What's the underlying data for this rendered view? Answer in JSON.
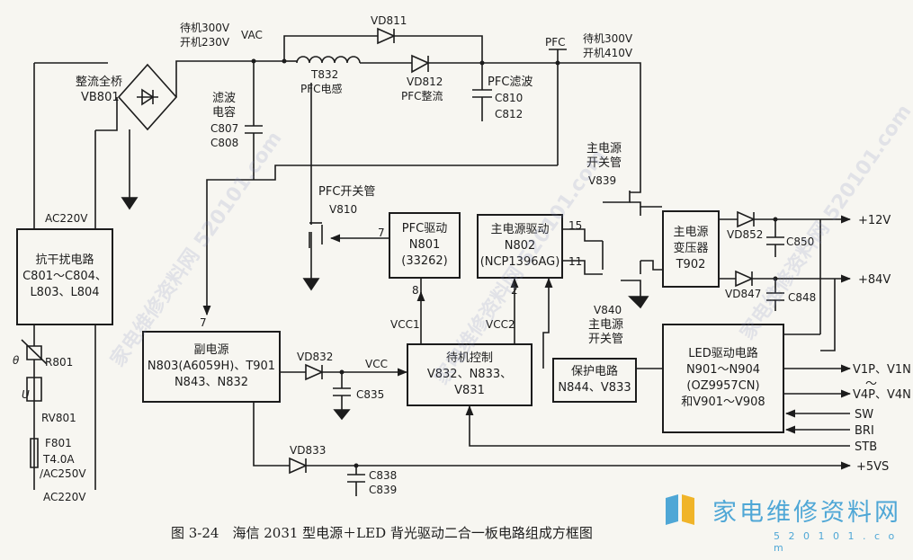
{
  "blocks": {
    "anti_interference": {
      "title": "抗干扰电路",
      "line2": "C801～C804、",
      "line3": "L803、L804"
    },
    "pfc_driver": {
      "title": "PFC驱动",
      "line2": "N801",
      "line3": "(33262)"
    },
    "main_driver": {
      "title": "主电源驱动",
      "line2": "N802",
      "line3": "(NCP1396AG)"
    },
    "main_transformer": {
      "title": "主电源",
      "line2": "变压器",
      "line3": "T902"
    },
    "aux_power": {
      "title": "副电源",
      "line2": "N803(A6059H)、T901",
      "line3": "N843、N832"
    },
    "standby_control": {
      "title": "待机控制",
      "line2": "V832、N833、",
      "line3": "V831"
    },
    "protection": {
      "title": "保护电路",
      "line2": "N844、V833"
    },
    "led_driver": {
      "title": "LED驱动电路",
      "line2": "N901～N904",
      "line3": "(OZ9957CN)",
      "line4": "和V901～V908"
    }
  },
  "labels": {
    "rectifier_title": "整流全桥",
    "rectifier_ref": "VB801",
    "standby_vac_1": "待机300V",
    "standby_vac_2": "开机230V",
    "vac": "VAC",
    "filter_cap_1": "滤波",
    "filter_cap_2": "电容",
    "filter_cap_3": "C807",
    "filter_cap_4": "C808",
    "vd811": "VD811",
    "t832": "T832",
    "pfc_inductor": "PFC电感",
    "vd812": "VD812",
    "pfc_rectifier": "PFC整流",
    "pfc_filter": "PFC滤波",
    "c810": "C810",
    "c812": "C812",
    "pfc": "PFC",
    "standby_pfc_1": "待机300V",
    "standby_pfc_2": "开机410V",
    "main_switch_top_1": "主电源",
    "main_switch_top_2": "开关管",
    "v839": "V839",
    "pfc_switch": "PFC开关管",
    "v810": "V810",
    "ac220v_top": "AC220V",
    "pin7_pfc": "7",
    "pin8": "8",
    "pin15": "15",
    "pin11": "11",
    "pin2": "2",
    "pin7_aux": "7",
    "vd852": "VD852",
    "c850": "C850",
    "vd847": "VD847",
    "c848": "C848",
    "out_12v": "+12V",
    "out_84v": "+84V",
    "v840": "V840",
    "main_switch_bottom_1": "主电源",
    "main_switch_bottom_2": "开关管",
    "vcc1": "VCC1",
    "vcc2": "VCC2",
    "vd832": "VD832",
    "vcc": "VCC",
    "c835": "C835",
    "r801": "R801",
    "theta": "θ",
    "u": "U",
    "rv801": "RV801",
    "f801": "F801",
    "f801_rating_1": "T4.0A",
    "f801_rating_2": "/AC250V",
    "ac220v_bottom": "AC220V",
    "vd833": "VD833",
    "c838": "C838",
    "c839": "C839",
    "out_5vs": "+5VS",
    "v1p_v1n": "V1P、V1N",
    "tilde": "～",
    "v4p_v4n": "V4P、V4N",
    "sw": "SW",
    "bri": "BRI",
    "stb": "STB"
  },
  "caption": "图 3-24　海信 2031 型电源＋LED 背光驱动二合一板电路组成方框图",
  "watermark": {
    "site_name": "家电维修资料网",
    "url": "5 2 0 1 0 1 . c o m",
    "text": "家电维修资料网  520101.com"
  },
  "colors": {
    "ink": "#1c1c1c",
    "paper": "#f7f6f1",
    "logo": "#4fa7d6"
  }
}
